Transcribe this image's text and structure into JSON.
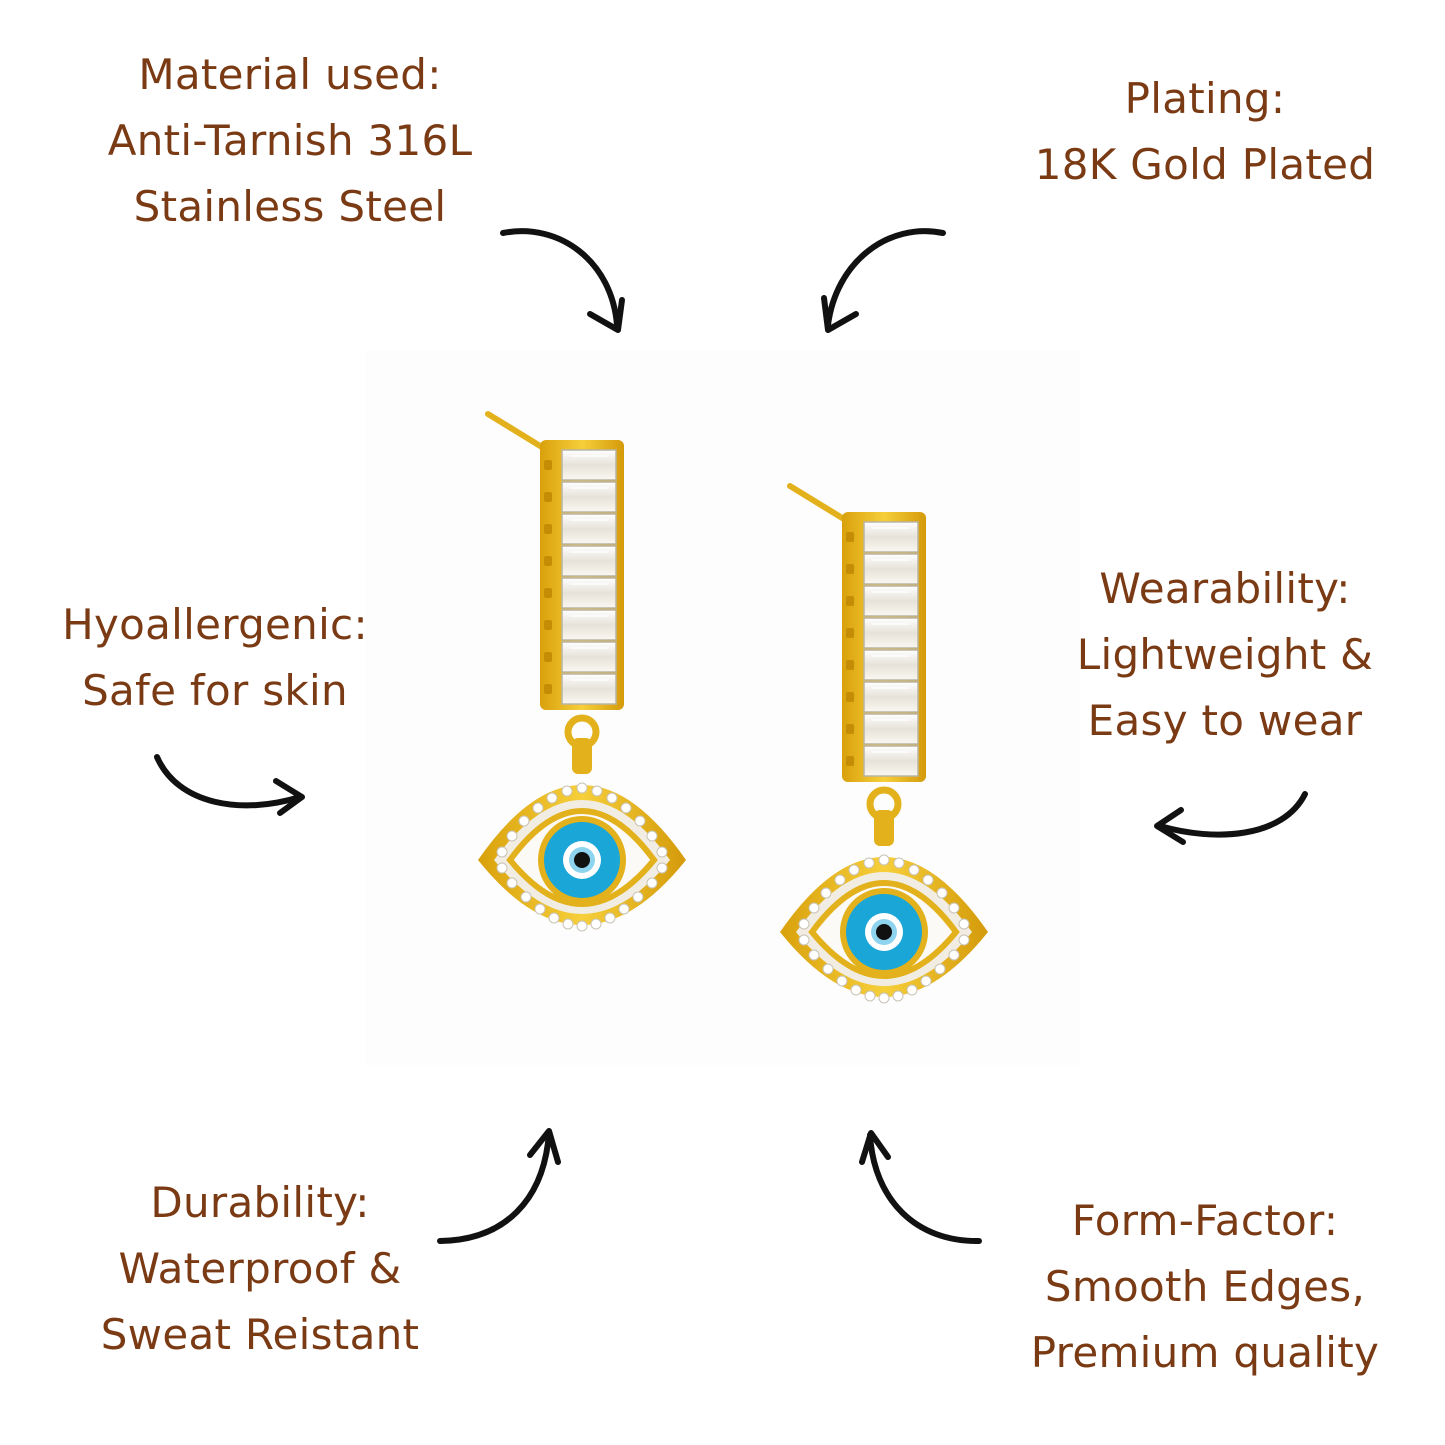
{
  "features": {
    "material": {
      "title": "Material used:",
      "lines": [
        "Anti-Tarnish 316L",
        "Stainless Steel"
      ]
    },
    "plating": {
      "title": "Plating:",
      "lines": [
        "18K Gold Plated"
      ]
    },
    "hypoallergenic": {
      "title": "Hyoallergenic:",
      "lines": [
        "Safe for skin"
      ]
    },
    "wearability": {
      "title": "Wearability:",
      "lines": [
        "Lightweight &",
        "Easy to wear"
      ]
    },
    "durability": {
      "title": "Durability:",
      "lines": [
        "Waterproof &",
        "Sweat Reistant"
      ]
    },
    "form_factor": {
      "title": "Form-Factor:",
      "lines": [
        "Smooth Edges,",
        "Premium quality"
      ]
    }
  },
  "colors": {
    "text": "#7a3a14",
    "arrow": "#111111",
    "gold": "#e9b820",
    "evil_eye_blue": "#1ba6d8"
  },
  "image": {
    "subject": "gold evil-eye drop earrings with baguette crystals"
  }
}
